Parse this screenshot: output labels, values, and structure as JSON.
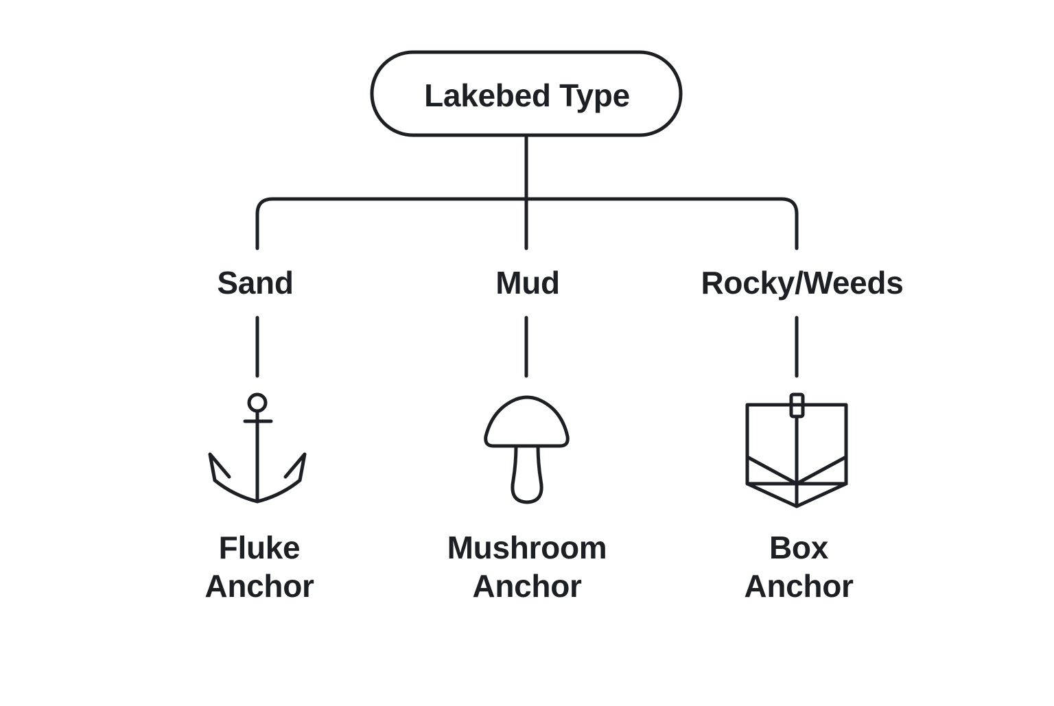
{
  "diagram": {
    "root": {
      "label": "Lakebed Type"
    },
    "branches": [
      {
        "lakebed": "Sand",
        "anchor_line1": "Fluke",
        "anchor_line2": "Anchor",
        "icon": "fluke-anchor-icon"
      },
      {
        "lakebed": "Mud",
        "anchor_line1": "Mushroom",
        "anchor_line2": "Anchor",
        "icon": "mushroom-anchor-icon"
      },
      {
        "lakebed": "Rocky/Weeds",
        "anchor_line1": "Box",
        "anchor_line2": "Anchor",
        "icon": "box-anchor-icon"
      }
    ],
    "colors": {
      "stroke": "#1c1f24",
      "text": "#1c1f24",
      "background": "#ffffff"
    }
  }
}
